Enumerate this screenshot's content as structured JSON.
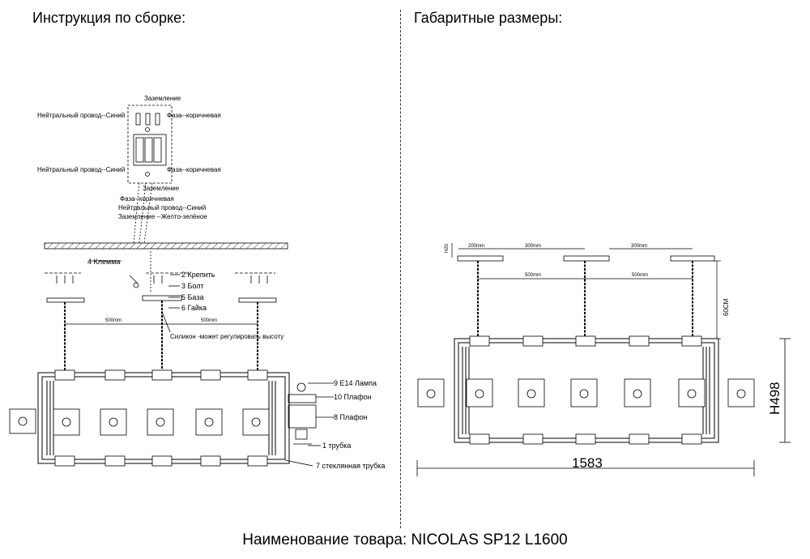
{
  "left": {
    "title": "Инструкция по сборке:",
    "wiring": {
      "ground_top": "Заземление",
      "neutral_top": "Нейтральный провод--Синий",
      "phase_top": "Фаза--коричневая",
      "neutral_bottom": "Нейтральный провод--Синий",
      "phase_bottom": "Фаза--коричневая",
      "ground_bottom": "Заземление",
      "legend_phase": "Фаза--коричневая",
      "legend_neutral": "Нейтральный провод--Синий",
      "legend_ground": "Заземление --Желто-зелёное"
    },
    "callouts": {
      "terminal": "4 Клемма",
      "fix": "2 Крепить",
      "bolt": "3 Болт",
      "base": "5 База",
      "nut": "6 Гайка",
      "silicone": "Силикон -может регулировать высоту",
      "lamp": "9 E14 Лампа",
      "shade10": "10 Плафон",
      "shade8": "8 Плафон",
      "tube": "1 трубка",
      "glass_tube": "7 стеклянная трубка"
    },
    "dims": {
      "span1": "500mm",
      "span2": "500mm"
    }
  },
  "right": {
    "title": "Габаритные размеры:",
    "dims": {
      "top_offset": "H20",
      "seg1": "200mm",
      "seg2": "300mm",
      "seg3": "300mm",
      "span1": "500mm",
      "span2": "500mm",
      "chain": "60CM",
      "height": "H498",
      "width": "1583"
    }
  },
  "footer": "Наименование товара: NICOLAS SP12 L1600"
}
